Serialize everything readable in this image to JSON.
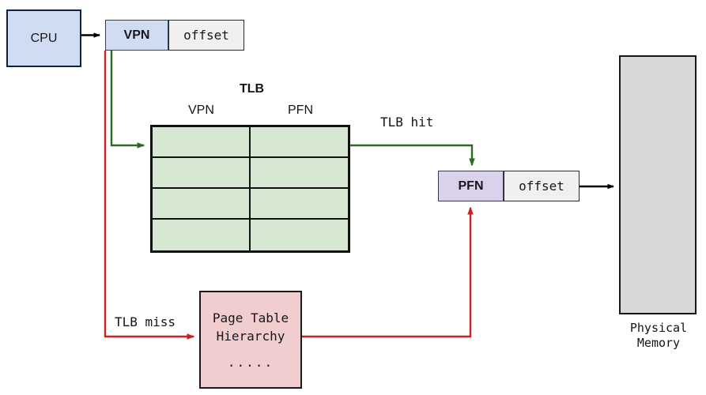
{
  "diagram": {
    "title": "TLB address translation flow",
    "colors": {
      "cpu_fill": "#cfdcf2",
      "vpn_fill": "#cfdcf2",
      "offset_fill": "#f0f0ee",
      "tlb_cell_fill": "#d6e8d2",
      "pfn_fill": "#d9d2ea",
      "page_table_fill": "#f2cdd0",
      "physical_memory_fill": "#d8d8d8",
      "hit_arrow": "#2d6b22",
      "miss_arrow": "#cc1f25",
      "plain_arrow": "#000000",
      "border": "#1a1a1a"
    }
  },
  "cpu": {
    "label": "CPU"
  },
  "virtual_address": {
    "vpn_label": "VPN",
    "offset_label": "offset"
  },
  "tlb": {
    "title": "TLB",
    "columns": [
      "VPN",
      "PFN"
    ],
    "rows": [
      {
        "vpn": "",
        "pfn": ""
      },
      {
        "vpn": "",
        "pfn": ""
      },
      {
        "vpn": "",
        "pfn": ""
      },
      {
        "vpn": "",
        "pfn": ""
      }
    ]
  },
  "physical_address": {
    "pfn_label": "PFN",
    "offset_label": "offset"
  },
  "page_table": {
    "line1": "Page Table",
    "line2": "Hierarchy",
    "dots": "....."
  },
  "physical_memory": {
    "line1": "Physical",
    "line2": "Memory"
  },
  "edges": {
    "cpu_to_vaddr": "",
    "tlb_hit": "TLB hit",
    "tlb_miss": "TLB miss",
    "paddr_to_memory": ""
  }
}
